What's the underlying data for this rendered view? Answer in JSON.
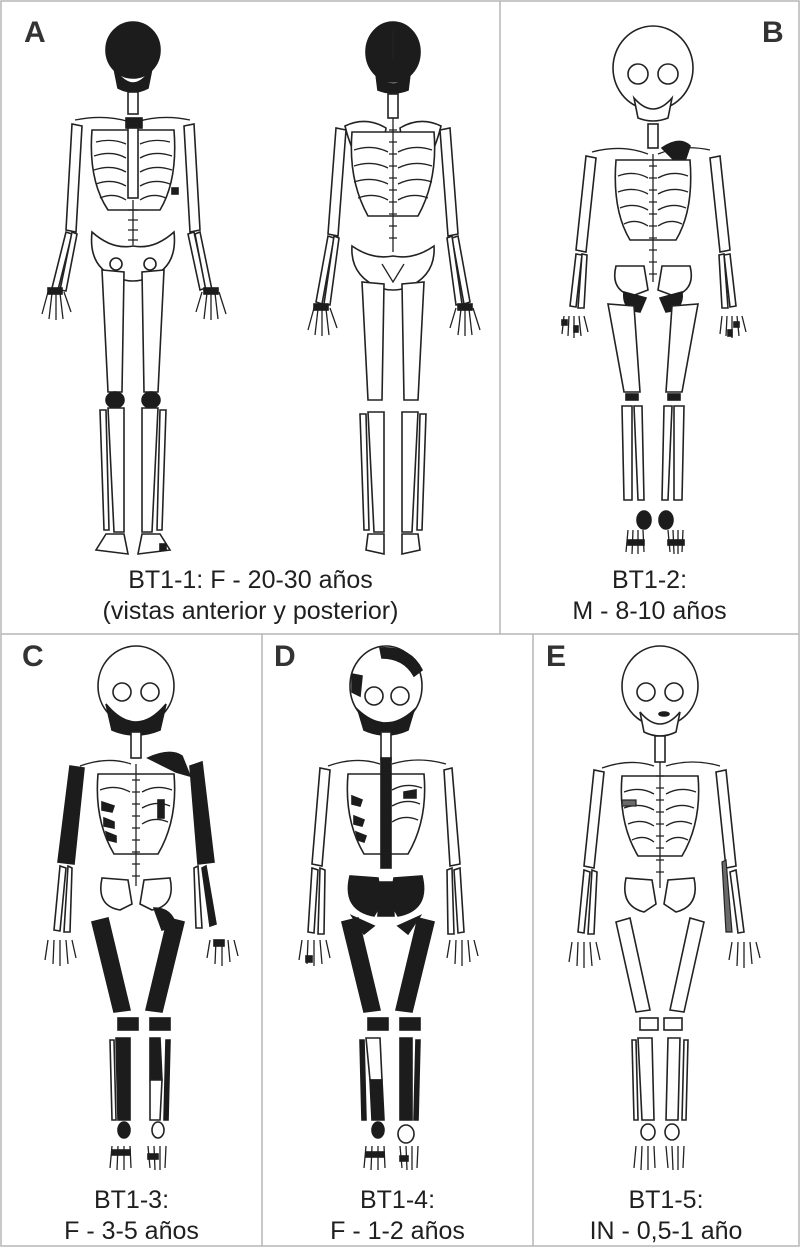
{
  "panels": {
    "a": {
      "letter": "A",
      "caption": [
        "BT1-1: F - 20-30 años",
        "(vistas anterior y posterior)"
      ]
    },
    "b": {
      "letter": "B",
      "caption": [
        "BT1-2:",
        "M - 8-10 años"
      ]
    },
    "c": {
      "letter": "C",
      "caption": [
        "BT1-3:",
        "F - 3-5 años"
      ]
    },
    "d": {
      "letter": "D",
      "caption": [
        "BT1-4:",
        "F - 1-2 años"
      ]
    },
    "e": {
      "letter": "E",
      "caption": [
        "BT1-5:",
        "IN - 0,5-1 año"
      ]
    }
  },
  "colors": {
    "border": "#b5b5b5",
    "preserved_bone": "#1c1c1c",
    "partial_bone": "#6a6a6a",
    "outline": "#222222"
  }
}
